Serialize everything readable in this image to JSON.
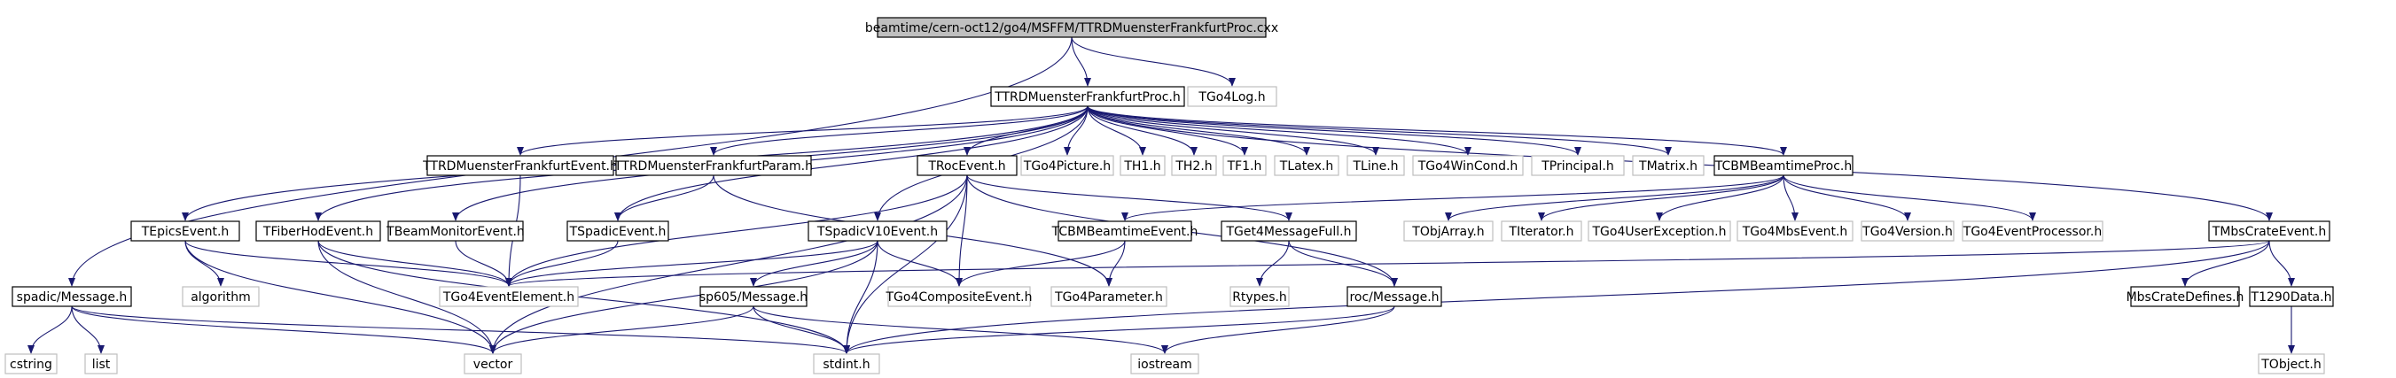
{
  "colors": {
    "edge": "#191970",
    "root_fill": "#bfbfbf",
    "root_stroke": "#000000",
    "documented_stroke": "#000000",
    "undocumented_stroke": "#bfbfbf",
    "text": "#000000"
  },
  "graph": {
    "nodes": [
      {
        "id": "root",
        "label": "beamtime/cern-oct12/go4/MSFFM/TTRDMuensterFrankfurtProc.cxx",
        "kind": "root"
      },
      {
        "id": "proc_h",
        "label": "TTRDMuensterFrankfurtProc.h",
        "kind": "documented"
      },
      {
        "id": "go4log",
        "label": "TGo4Log.h",
        "kind": "undocumented"
      },
      {
        "id": "spadic_msg",
        "label": "spadic/Message.h",
        "kind": "documented"
      },
      {
        "id": "tepics",
        "label": "TEpicsEvent.h",
        "kind": "documented"
      },
      {
        "id": "tfiberhod",
        "label": "TFiberHodEvent.h",
        "kind": "documented"
      },
      {
        "id": "tbeammon",
        "label": "TBeamMonitorEvent.h",
        "kind": "documented"
      },
      {
        "id": "ttrd_event",
        "label": "TTRDMuensterFrankfurtEvent.h",
        "kind": "documented"
      },
      {
        "id": "ttrd_param",
        "label": "TTRDMuensterFrankfurtParam.h",
        "kind": "documented"
      },
      {
        "id": "tspadic_event",
        "label": "TSpadicEvent.h",
        "kind": "documented"
      },
      {
        "id": "troc",
        "label": "TRocEvent.h",
        "kind": "documented"
      },
      {
        "id": "tspadicv10",
        "label": "TSpadicV10Event.h",
        "kind": "documented"
      },
      {
        "id": "go4picture",
        "label": "TGo4Picture.h",
        "kind": "undocumented"
      },
      {
        "id": "th1",
        "label": "TH1.h",
        "kind": "undocumented"
      },
      {
        "id": "th2",
        "label": "TH2.h",
        "kind": "undocumented"
      },
      {
        "id": "tf1",
        "label": "TF1.h",
        "kind": "undocumented"
      },
      {
        "id": "tlatex",
        "label": "TLatex.h",
        "kind": "undocumented"
      },
      {
        "id": "tline",
        "label": "TLine.h",
        "kind": "undocumented"
      },
      {
        "id": "go4wincond",
        "label": "TGo4WinCond.h",
        "kind": "undocumented"
      },
      {
        "id": "tprincipal",
        "label": "TPrincipal.h",
        "kind": "undocumented"
      },
      {
        "id": "tmatrix",
        "label": "TMatrix.h",
        "kind": "undocumented"
      },
      {
        "id": "tcbm_proc",
        "label": "TCBMBeamtimeProc.h",
        "kind": "documented"
      },
      {
        "id": "tmbscrate",
        "label": "TMbsCrateEvent.h",
        "kind": "documented"
      },
      {
        "id": "tcbm_event",
        "label": "TCBMBeamtimeEvent.h",
        "kind": "documented"
      },
      {
        "id": "tget4",
        "label": "TGet4MessageFull.h",
        "kind": "documented"
      },
      {
        "id": "tobjarray",
        "label": "TObjArray.h",
        "kind": "undocumented"
      },
      {
        "id": "titerator",
        "label": "TIterator.h",
        "kind": "undocumented"
      },
      {
        "id": "go4userexc",
        "label": "TGo4UserException.h",
        "kind": "undocumented"
      },
      {
        "id": "go4mbsevent",
        "label": "TGo4MbsEvent.h",
        "kind": "undocumented"
      },
      {
        "id": "go4version",
        "label": "TGo4Version.h",
        "kind": "undocumented"
      },
      {
        "id": "go4eventproc",
        "label": "TGo4EventProcessor.h",
        "kind": "undocumented"
      },
      {
        "id": "algorithm",
        "label": "algorithm",
        "kind": "undocumented"
      },
      {
        "id": "go4eventelement",
        "label": "TGo4EventElement.h",
        "kind": "undocumented"
      },
      {
        "id": "sp605",
        "label": "sp605/Message.h",
        "kind": "documented"
      },
      {
        "id": "go4composite",
        "label": "TGo4CompositeEvent.h",
        "kind": "undocumented"
      },
      {
        "id": "go4parameter",
        "label": "TGo4Parameter.h",
        "kind": "undocumented"
      },
      {
        "id": "rtypes",
        "label": "Rtypes.h",
        "kind": "undocumented"
      },
      {
        "id": "roc_msg",
        "label": "roc/Message.h",
        "kind": "documented"
      },
      {
        "id": "mbscratedefs",
        "label": "MbsCrateDefines.h",
        "kind": "documented"
      },
      {
        "id": "t1290",
        "label": "T1290Data.h",
        "kind": "documented"
      },
      {
        "id": "cstring",
        "label": "cstring",
        "kind": "undocumented"
      },
      {
        "id": "list",
        "label": "list",
        "kind": "undocumented"
      },
      {
        "id": "vector",
        "label": "vector",
        "kind": "undocumented"
      },
      {
        "id": "stdint",
        "label": "stdint.h",
        "kind": "undocumented"
      },
      {
        "id": "iostream",
        "label": "iostream",
        "kind": "undocumented"
      },
      {
        "id": "tobject",
        "label": "TObject.h",
        "kind": "undocumented"
      }
    ],
    "edges": [
      [
        "root",
        "proc_h"
      ],
      [
        "root",
        "go4log"
      ],
      [
        "root",
        "spadic_msg"
      ],
      [
        "proc_h",
        "tepics"
      ],
      [
        "proc_h",
        "tfiberhod"
      ],
      [
        "proc_h",
        "tbeammon"
      ],
      [
        "proc_h",
        "ttrd_event"
      ],
      [
        "proc_h",
        "ttrd_param"
      ],
      [
        "proc_h",
        "tspadic_event"
      ],
      [
        "proc_h",
        "troc"
      ],
      [
        "proc_h",
        "tspadicv10"
      ],
      [
        "proc_h",
        "go4picture"
      ],
      [
        "proc_h",
        "th1"
      ],
      [
        "proc_h",
        "th2"
      ],
      [
        "proc_h",
        "tf1"
      ],
      [
        "proc_h",
        "tlatex"
      ],
      [
        "proc_h",
        "tline"
      ],
      [
        "proc_h",
        "go4wincond"
      ],
      [
        "proc_h",
        "tprincipal"
      ],
      [
        "proc_h",
        "tmatrix"
      ],
      [
        "proc_h",
        "tcbm_proc"
      ],
      [
        "proc_h",
        "tmbscrate"
      ],
      [
        "tepics",
        "algorithm"
      ],
      [
        "tepics",
        "go4eventelement"
      ],
      [
        "tepics",
        "vector"
      ],
      [
        "tfiberhod",
        "go4eventelement"
      ],
      [
        "tfiberhod",
        "vector"
      ],
      [
        "tfiberhod",
        "stdint"
      ],
      [
        "tbeammon",
        "go4eventelement"
      ],
      [
        "ttrd_event",
        "go4eventelement"
      ],
      [
        "ttrd_param",
        "tspadic_event"
      ],
      [
        "ttrd_param",
        "go4parameter"
      ],
      [
        "tspadic_event",
        "go4eventelement"
      ],
      [
        "troc",
        "go4eventelement"
      ],
      [
        "troc",
        "go4composite"
      ],
      [
        "troc",
        "vector"
      ],
      [
        "troc",
        "tget4"
      ],
      [
        "troc",
        "roc_msg"
      ],
      [
        "troc",
        "stdint"
      ],
      [
        "tspadicv10",
        "go4eventelement"
      ],
      [
        "tspadicv10",
        "sp605"
      ],
      [
        "tspadicv10",
        "go4composite"
      ],
      [
        "tspadicv10",
        "vector"
      ],
      [
        "tspadicv10",
        "stdint"
      ],
      [
        "tcbm_proc",
        "tcbm_event"
      ],
      [
        "tcbm_proc",
        "tobjarray"
      ],
      [
        "tcbm_proc",
        "titerator"
      ],
      [
        "tcbm_proc",
        "go4userexc"
      ],
      [
        "tcbm_proc",
        "go4mbsevent"
      ],
      [
        "tcbm_proc",
        "go4version"
      ],
      [
        "tcbm_proc",
        "go4eventproc"
      ],
      [
        "tcbm_event",
        "go4composite"
      ],
      [
        "tcbm_event",
        "go4parameter"
      ],
      [
        "tget4",
        "rtypes"
      ],
      [
        "tget4",
        "roc_msg"
      ],
      [
        "tmbscrate",
        "go4eventelement"
      ],
      [
        "tmbscrate",
        "mbscratedefs"
      ],
      [
        "tmbscrate",
        "t1290"
      ],
      [
        "tmbscrate",
        "stdint"
      ],
      [
        "spadic_msg",
        "cstring"
      ],
      [
        "spadic_msg",
        "list"
      ],
      [
        "spadic_msg",
        "vector"
      ],
      [
        "spadic_msg",
        "stdint"
      ],
      [
        "sp605",
        "vector"
      ],
      [
        "sp605",
        "stdint"
      ],
      [
        "sp605",
        "iostream"
      ],
      [
        "roc_msg",
        "stdint"
      ],
      [
        "roc_msg",
        "iostream"
      ],
      [
        "t1290",
        "tobject"
      ]
    ]
  }
}
